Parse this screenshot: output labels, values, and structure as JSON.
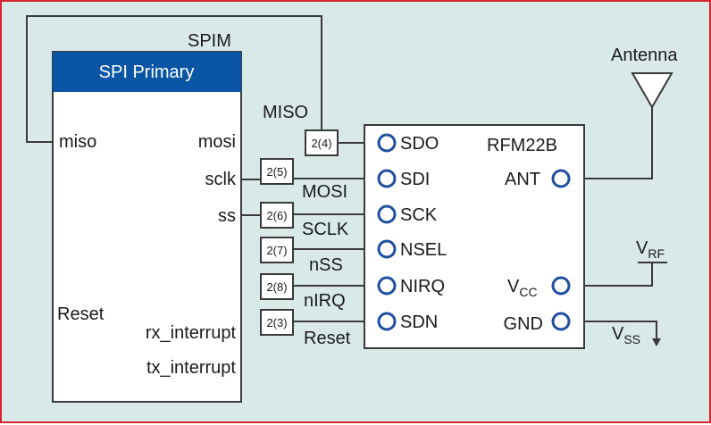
{
  "spi_block": {
    "title": "SPI Primary",
    "ports": {
      "miso": "miso",
      "mosi": "mosi",
      "sclk": "sclk",
      "ss": "ss",
      "reset": "Reset",
      "rx_interrupt": "rx_interrupt",
      "tx_interrupt": "tx_interrupt"
    },
    "feedback_label": "SPIM"
  },
  "pins": {
    "miso": "2(4)",
    "mosi": "2(5)",
    "sclk": "2(6)",
    "nss": "2(7)",
    "nirq": "2(8)",
    "reset": "2(3)"
  },
  "nets": {
    "miso": "MISO",
    "mosi": "MOSI",
    "sclk": "SCLK",
    "nss": "nSS",
    "nirq": "nIRQ",
    "reset": "Reset"
  },
  "rfm": {
    "title": "RFM22B",
    "left_pins": [
      "SDO",
      "SDI",
      "SCK",
      "NSEL",
      "NIRQ",
      "SDN"
    ],
    "ant": "ANT",
    "vcc": "V",
    "vcc_sub": "CC",
    "gnd": "GND"
  },
  "antenna_label": "Antenna",
  "vrf": {
    "main": "V",
    "sub": "RF"
  },
  "vss": {
    "main": "V",
    "sub": "SS"
  },
  "colors": {
    "background": "#d9e9e8",
    "border": "#d9232e",
    "header": "#0b56a4",
    "pin_ring": "#1f4fa0"
  }
}
